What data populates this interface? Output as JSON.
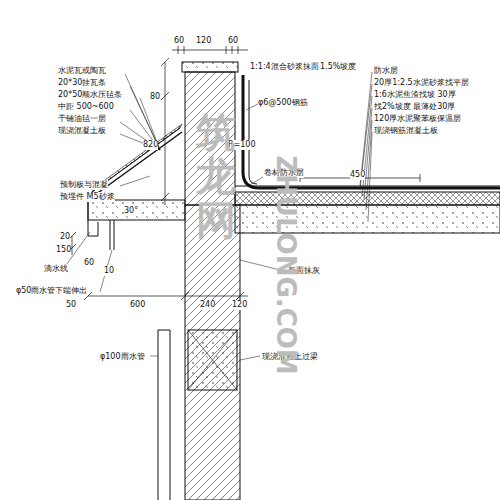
{
  "diagram": {
    "labels": [
      "水泥瓦或陶瓦",
      "20*30挂瓦条",
      "20*50顺水压毡条",
      "中距 500~600",
      "干铺油毡一层",
      "现浇混凝土板",
      "预制板与混凝",
      "预埋件 M5砂浆",
      "60",
      "120",
      "60",
      "80",
      "820",
      "30°",
      "20",
      "150",
      "滴水线",
      "60",
      "10",
      "φ50雨水管下端伸出",
      "50",
      "600",
      "240",
      "120",
      "φ100雨水管",
      "现浇混凝土过梁",
      "新面抹灰",
      "R=100",
      "1:1:4混合砂浆抹面",
      "1.5%坡度",
      "φ6@500钢筋",
      "卷材防水层",
      "450",
      "防水层",
      "20厚1:2.5水泥砂浆找平层",
      "1:6水泥焦渣找坡 30厚",
      "找2%坡度 最薄处30厚",
      "120厚水泥聚苯板保温层",
      "现浇钢筋混凝土板",
      "筑龙网",
      "ZHULONG.COM"
    ]
  }
}
